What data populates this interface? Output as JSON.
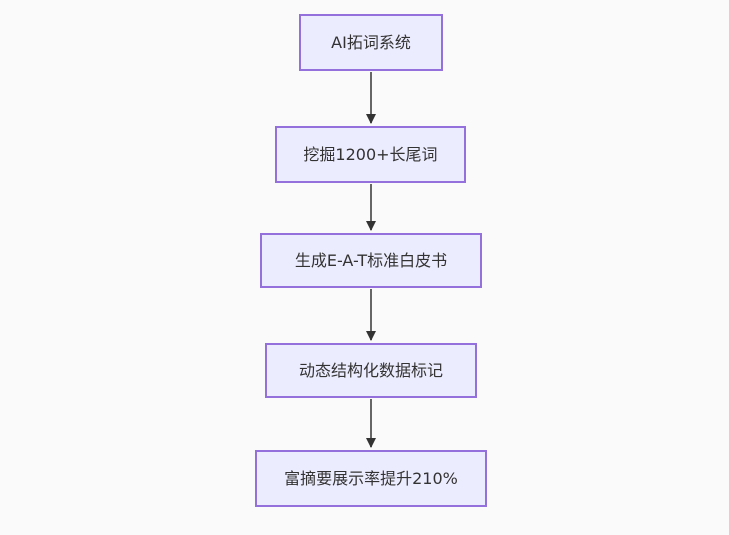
{
  "page": {
    "background_color": "#fafafa"
  },
  "diagram": {
    "type": "flowchart",
    "direction": "top-down",
    "style": {
      "node_fill": "#ECECFF",
      "node_border": "#9370DB",
      "edge_line_color": "#666666",
      "arrowhead_color": "#333333",
      "text_color": "#333333"
    },
    "nodes": [
      {
        "id": "A",
        "label": "AI拓词系统"
      },
      {
        "id": "B",
        "label": "挖掘1200+长尾词"
      },
      {
        "id": "C",
        "label": "生成E-A-T标准白皮书"
      },
      {
        "id": "D",
        "label": "动态结构化数据标记"
      },
      {
        "id": "E",
        "label": "富摘要展示率提升210%"
      }
    ],
    "edges": [
      {
        "from": "A",
        "to": "B"
      },
      {
        "from": "B",
        "to": "C"
      },
      {
        "from": "C",
        "to": "D"
      },
      {
        "from": "D",
        "to": "E"
      }
    ]
  }
}
